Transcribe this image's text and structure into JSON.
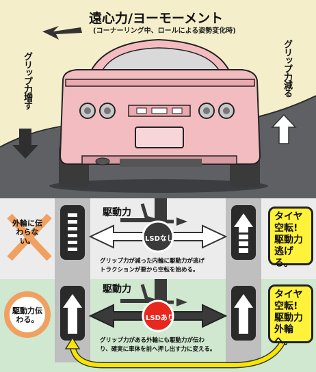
{
  "header": {
    "title": "遠心力/ヨーモーメント",
    "subtitle": "(コーナーリング中、ロールによる姿勢変化時)"
  },
  "side_labels": {
    "left": "グリップ力増す",
    "right": "グリップ力減る"
  },
  "top_panel": {
    "drive_label": "駆動力",
    "lsd_label": "LSDなし",
    "left_badge": "外輪に伝わらない。",
    "callout": "タイヤ空転!駆動力逃げる。",
    "caption_lines": [
      "グリップ力が減った内輪に駆動力が逃げ",
      "トラクションが悪から空転を始める。"
    ]
  },
  "bottom_panel": {
    "drive_label": "駆動力",
    "lsd_label": "LSDあり",
    "left_badge": "駆動力伝わる。",
    "callout": "タイヤ空転!駆動力外輪へ。",
    "caption_lines": [
      "グリップ力がある外輪にも駆動力が伝わ",
      "り、確実に車体を前へ押し出す力に変える。"
    ]
  },
  "colors": {
    "sky": "#f4eecb",
    "road": "#5f6063",
    "car_body": "#f2bcc0",
    "panel_top": "#ececec",
    "panel_bottom": "#cfe8cf",
    "callout": "#fff23a",
    "badge_red": "#ef5a3b",
    "badge_orange": "#f0a060",
    "lsd_red": "#e8281e",
    "yellow_arrow": "#f6e600"
  }
}
